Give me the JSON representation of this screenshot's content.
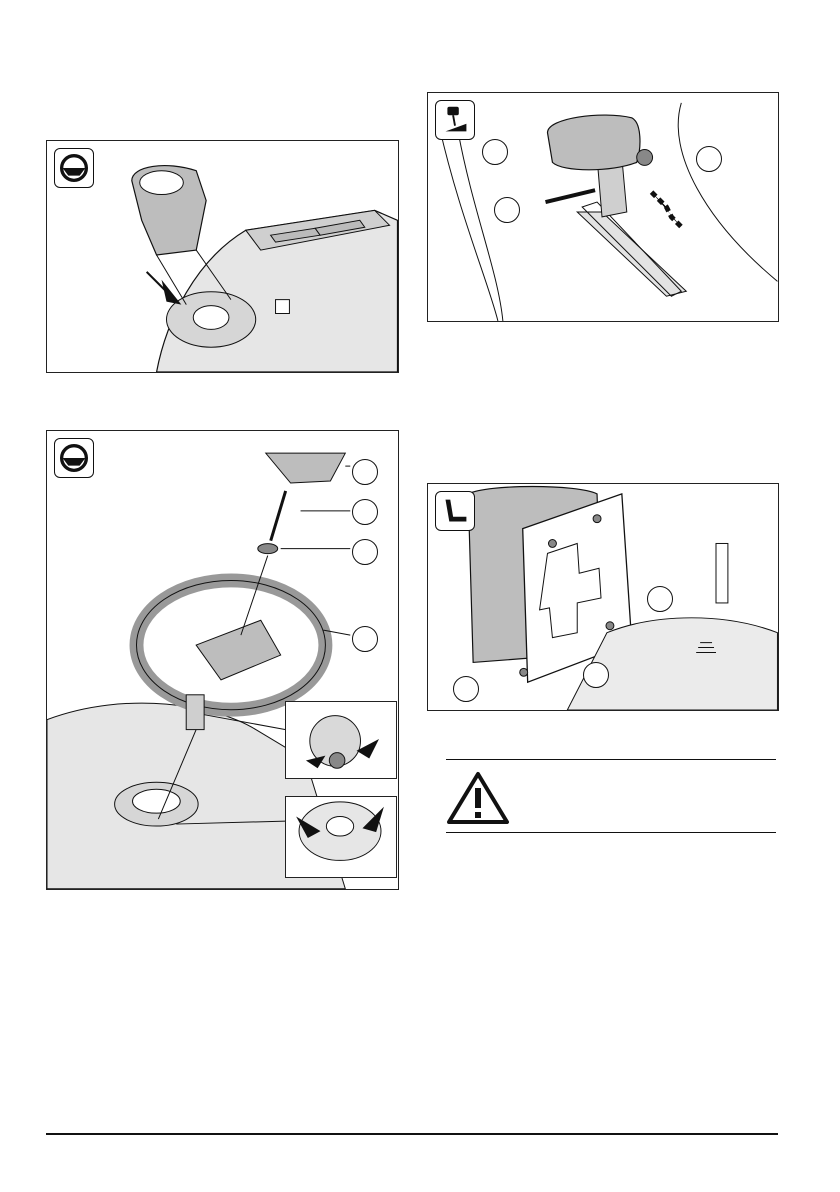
{
  "figures": [
    {
      "name": "steering-cover-figure",
      "icon": "steering-wheel-icon",
      "callouts": 0
    },
    {
      "name": "lever-knob-figure",
      "icon": "lever-icon",
      "callouts": 3
    },
    {
      "name": "steering-wheel-figure",
      "icon": "steering-wheel-icon",
      "callouts": 4
    },
    {
      "name": "seat-figure",
      "icon": "seat-icon",
      "callouts": 3
    }
  ],
  "warning": {
    "icon": "warning-triangle-icon",
    "text": ""
  },
  "colors": {
    "line": "#111111",
    "fill_light": "#d9d9d9",
    "fill_mid": "#bdbdbd",
    "background": "#ffffff"
  }
}
